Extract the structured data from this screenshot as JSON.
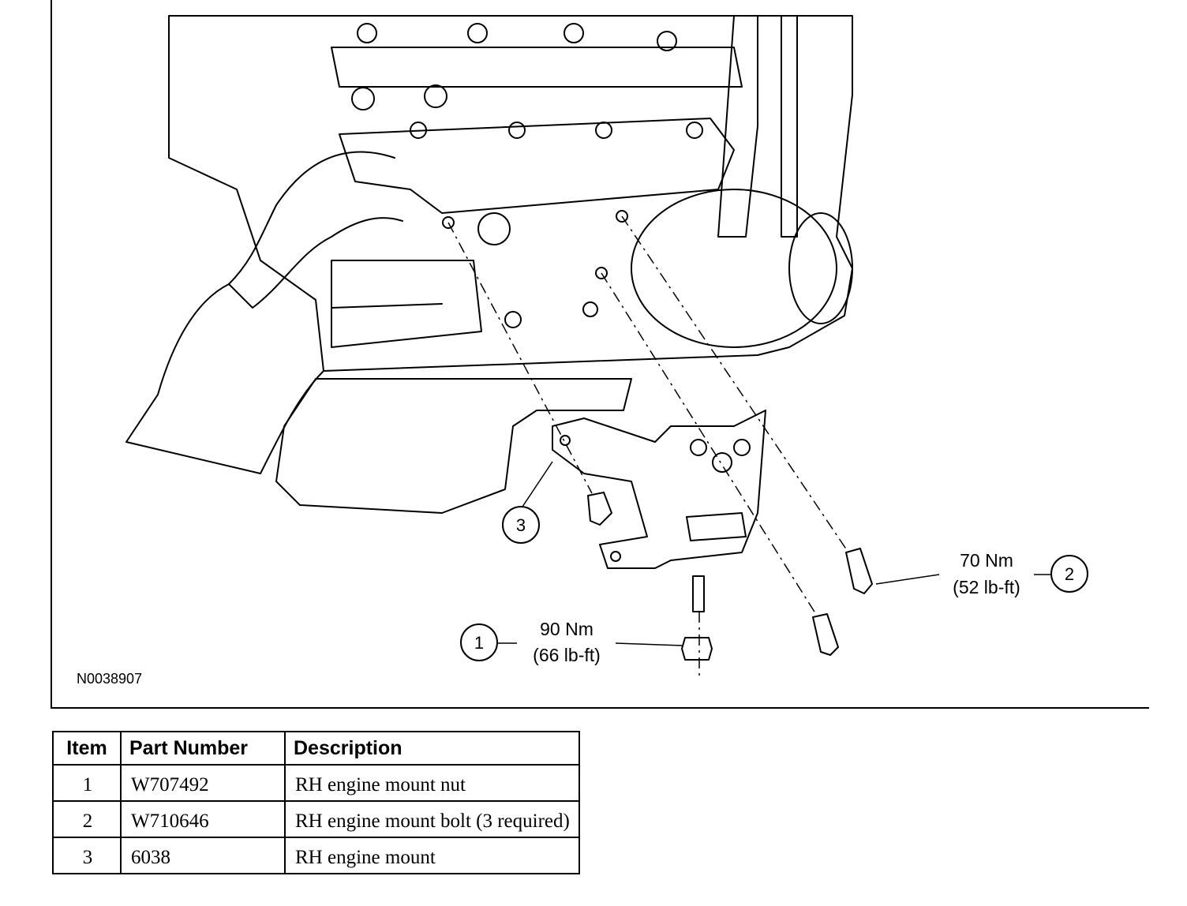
{
  "figure": {
    "id": "N0038907",
    "callouts": [
      {
        "number": "1",
        "torque_nm": "90 Nm",
        "torque_lbft": "(66 lb-ft)"
      },
      {
        "number": "2",
        "torque_nm": "70 Nm",
        "torque_lbft": "(52 lb-ft)"
      },
      {
        "number": "3"
      }
    ]
  },
  "table": {
    "headers": {
      "item": "Item",
      "part_number": "Part Number",
      "description": "Description"
    },
    "rows": [
      {
        "item": "1",
        "part_number": "W707492",
        "description": "RH engine mount nut"
      },
      {
        "item": "2",
        "part_number": "W710646",
        "description": "RH engine mount bolt (3 required)"
      },
      {
        "item": "3",
        "part_number": "6038",
        "description": "RH engine mount"
      }
    ]
  }
}
